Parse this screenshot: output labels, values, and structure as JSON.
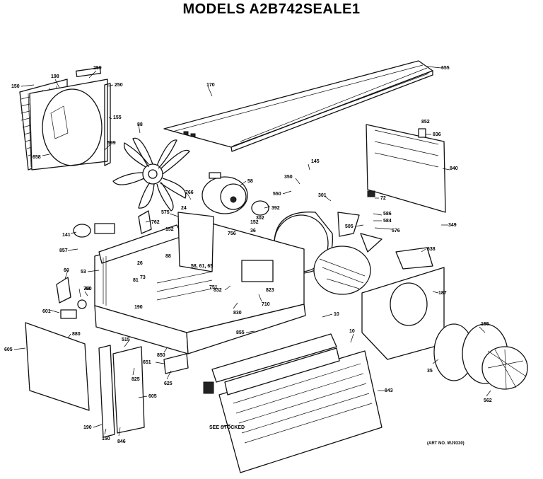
{
  "title": "MODELS A2B742SEALE1",
  "art_number": "(ART NO. WJ9330)",
  "callouts": [
    "150",
    "198",
    "259",
    "250",
    "655",
    "658",
    "155",
    "88",
    "170",
    "599",
    "852",
    "836",
    "145",
    "58",
    "766",
    "24",
    "36",
    "350",
    "840",
    "152",
    "550",
    "756",
    "141",
    "392",
    "575",
    "152",
    "302",
    "762",
    "301",
    "586",
    "584",
    "576",
    "349",
    "505",
    "857",
    "88",
    "53",
    "73",
    "60",
    "790",
    "601",
    "190",
    "638",
    "187",
    "751",
    "832",
    "830",
    "823",
    "10",
    "710",
    "10",
    "855",
    "850",
    "605",
    "880",
    "515",
    "843",
    "155",
    "35",
    "562",
    "651",
    "625",
    "825",
    "846",
    "605",
    "190",
    "150",
    "SEE STOCKED",
    "26",
    "58, 61, 65",
    "72",
    "88",
    "81"
  ]
}
